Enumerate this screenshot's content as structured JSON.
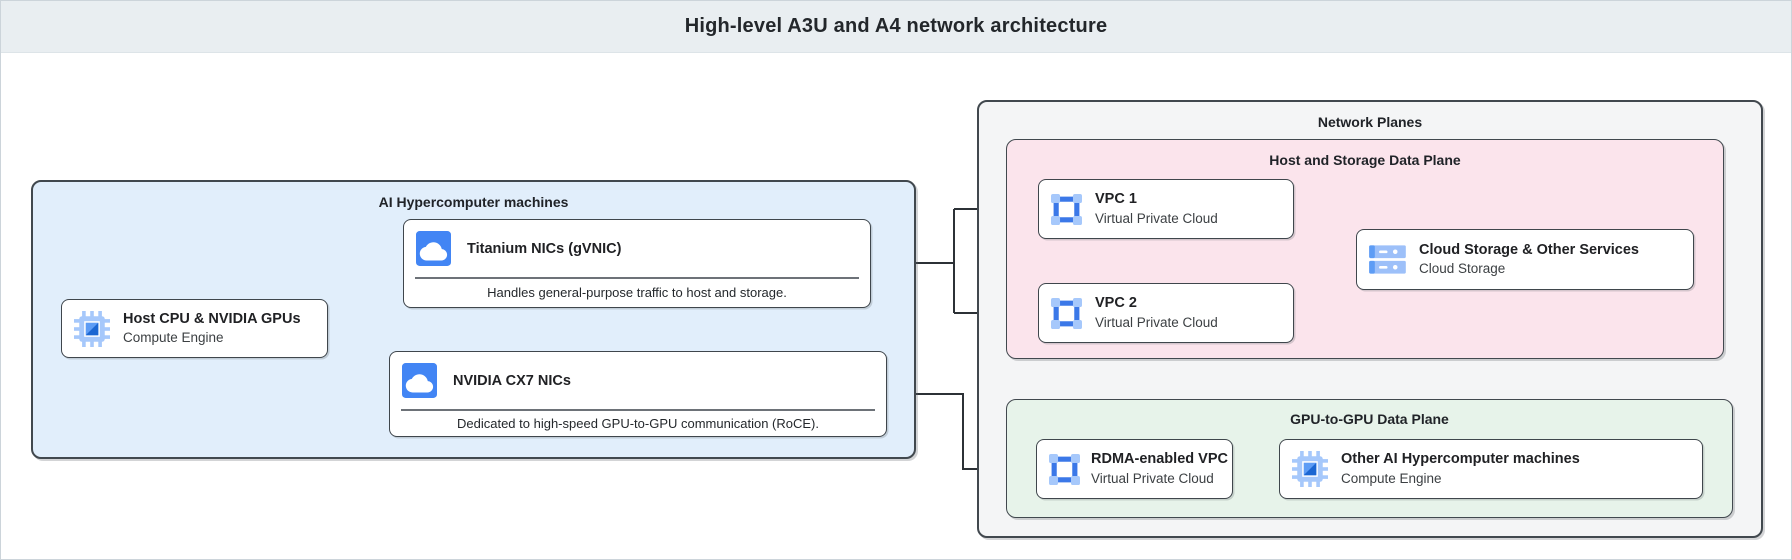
{
  "header": {
    "title": "High-level A3U and A4 network architecture"
  },
  "groups": {
    "ai_machines": {
      "label": "AI Hypercomputer machines"
    },
    "network_planes": {
      "label": "Network Planes"
    },
    "host_storage_plane": {
      "label": "Host and Storage Data Plane"
    },
    "gpu_plane": {
      "label": "GPU-to-GPU Data Plane"
    }
  },
  "nodes": {
    "host_cpu": {
      "title": "Host CPU & NVIDIA GPUs",
      "subtitle": "Compute Engine",
      "icon": "compute-engine-icon"
    },
    "titanium_nic": {
      "title": "Titanium NICs (gVNIC)",
      "description": "Handles general-purpose traffic to host and storage.",
      "icon": "cloud-nic-icon"
    },
    "cx7_nic": {
      "title": "NVIDIA CX7 NICs",
      "description": "Dedicated to high-speed GPU-to-GPU communication (RoCE).",
      "icon": "cloud-nic-icon"
    },
    "vpc1": {
      "title": "VPC 1",
      "subtitle": "Virtual Private Cloud",
      "icon": "vpc-icon"
    },
    "vpc2": {
      "title": "VPC 2",
      "subtitle": "Virtual Private Cloud",
      "icon": "vpc-icon"
    },
    "cloud_storage": {
      "title": "Cloud Storage & Other Services",
      "subtitle": "Cloud Storage",
      "icon": "cloud-storage-icon"
    },
    "rdma_vpc": {
      "title": "RDMA-enabled VPC",
      "subtitle": "Virtual Private Cloud",
      "icon": "vpc-icon"
    },
    "other_ai": {
      "title": "Other AI Hypercomputer machines",
      "subtitle": "Compute Engine",
      "icon": "compute-engine-icon"
    }
  },
  "colors": {
    "header_bg": "#e9eef1",
    "blue_group_bg": "#e1eefb",
    "gray_group_bg": "#f4f5f6",
    "pink_group_bg": "#fbe4ec",
    "green_group_bg": "#e7f3ea",
    "box_border": "#41484e",
    "connector": "#2c3136",
    "icon_blue": "#4285f4",
    "icon_light_blue": "#a6c8fb",
    "icon_dark_blue": "#1b66d2"
  }
}
